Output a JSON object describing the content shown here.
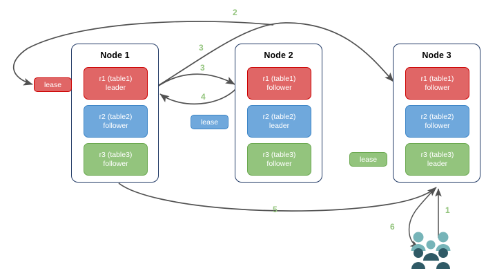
{
  "diagram": {
    "title": "raft-lease-node-diagram",
    "colors": {
      "red_fill": "#e06666",
      "red_stroke": "#cc0000",
      "blue_fill": "#6fa8dc",
      "blue_stroke": "#3d85c6",
      "green_fill": "#93c47d",
      "green_stroke": "#6aa84f",
      "node_border": "#1f3864",
      "arrow": "#515151",
      "step_label": "#93c47d",
      "people_light": "#76b4b8",
      "people_dark": "#2f5a66"
    },
    "nodes": [
      {
        "title": "Node 1",
        "replicas": [
          {
            "name": "r1 (table1)",
            "role": "leader",
            "color": "red"
          },
          {
            "name": "r2 (table2)",
            "role": "follower",
            "color": "blue"
          },
          {
            "name": "r3 (table3)",
            "role": "follower",
            "color": "green"
          }
        ]
      },
      {
        "title": "Node 2",
        "replicas": [
          {
            "name": "r1 (table1)",
            "role": "follower",
            "color": "red"
          },
          {
            "name": "r2 (table2)",
            "role": "leader",
            "color": "blue"
          },
          {
            "name": "r3 (table3)",
            "role": "follower",
            "color": "green"
          }
        ]
      },
      {
        "title": "Node 3",
        "replicas": [
          {
            "name": "r1 (table1)",
            "role": "follower",
            "color": "red"
          },
          {
            "name": "r2 (table2)",
            "role": "follower",
            "color": "blue"
          },
          {
            "name": "r3 (table3)",
            "role": "leader",
            "color": "green"
          }
        ]
      }
    ],
    "leases": [
      {
        "label": "lease",
        "color": "red"
      },
      {
        "label": "lease",
        "color": "blue"
      },
      {
        "label": "lease",
        "color": "green"
      }
    ],
    "steps": [
      {
        "label": "1"
      },
      {
        "label": "2"
      },
      {
        "label": "3"
      },
      {
        "label": "3"
      },
      {
        "label": "4"
      },
      {
        "label": "5"
      },
      {
        "label": "6"
      }
    ],
    "people": {
      "icon": "people-group-icon",
      "count": 5
    }
  }
}
